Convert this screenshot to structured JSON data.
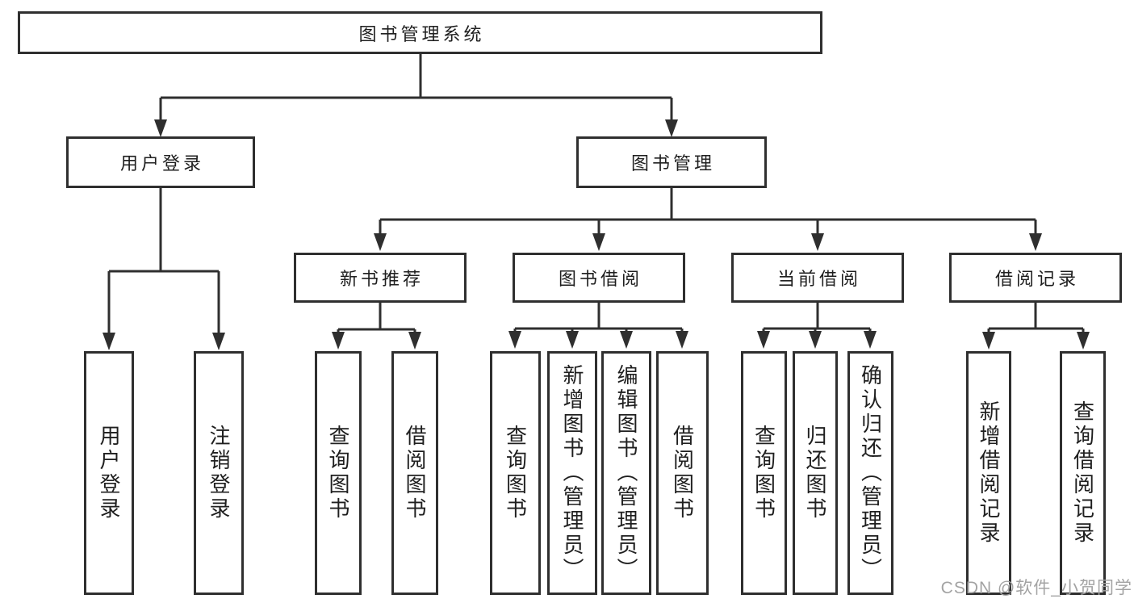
{
  "colors": {
    "line": "#2f2f2f",
    "box_border": "#2f2f2f",
    "box_background": "#ffffff",
    "text": "#1f1f1f",
    "watermark": "#a3a3a3",
    "page_background": "#ffffff"
  },
  "diagram": {
    "root": {
      "label": "图书管理系统"
    },
    "level2": [
      {
        "label": "用户登录",
        "parent": "图书管理系统"
      },
      {
        "label": "图书管理",
        "parent": "图书管理系统"
      }
    ],
    "level3": [
      {
        "label": "新书推荐",
        "parent": "图书管理"
      },
      {
        "label": "图书借阅",
        "parent": "图书管理"
      },
      {
        "label": "当前借阅",
        "parent": "图书管理"
      },
      {
        "label": "借阅记录",
        "parent": "图书管理"
      }
    ],
    "leaves": [
      {
        "label": "用户登录",
        "parent": "用户登录"
      },
      {
        "label": "注销登录",
        "parent": "用户登录"
      },
      {
        "label": "查询图书",
        "parent": "新书推荐"
      },
      {
        "label": "借阅图书",
        "parent": "新书推荐"
      },
      {
        "label": "查询图书",
        "parent": "图书借阅"
      },
      {
        "label": "新增图书（管理员）",
        "parent": "图书借阅"
      },
      {
        "label": "编辑图书（管理员）",
        "parent": "图书借阅"
      },
      {
        "label": "借阅图书",
        "parent": "图书借阅"
      },
      {
        "label": "查询图书",
        "parent": "当前借阅"
      },
      {
        "label": "归还图书",
        "parent": "当前借阅"
      },
      {
        "label": "确认归还（管理员）",
        "parent": "当前借阅"
      },
      {
        "label": "新增借阅记录",
        "parent": "借阅记录"
      },
      {
        "label": "查询借阅记录",
        "parent": "借阅记录"
      }
    ]
  },
  "watermark": {
    "text": "CSDN @软件_小贺同学"
  }
}
